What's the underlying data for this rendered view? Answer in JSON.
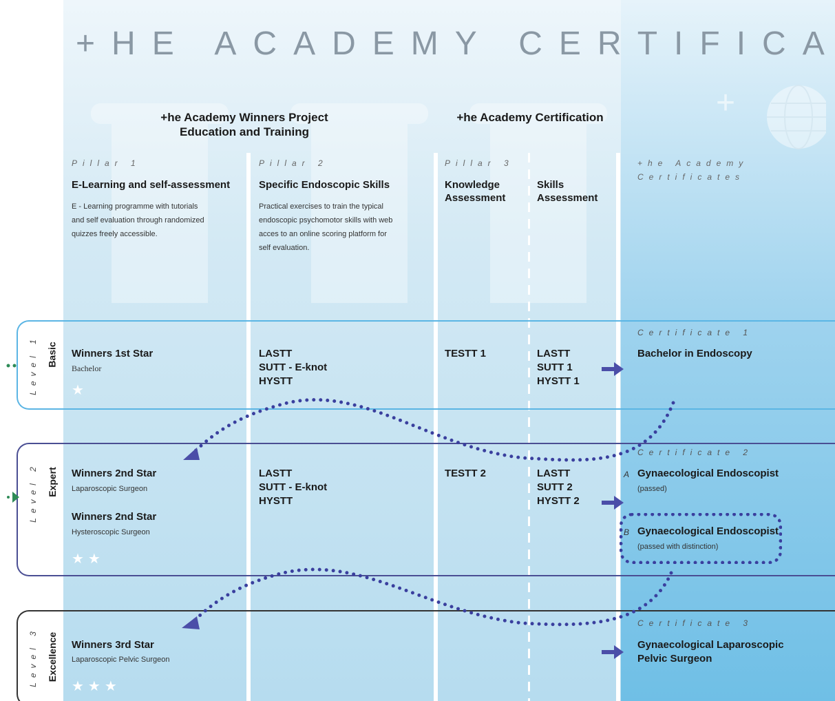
{
  "title": "+HE ACADEMY CERTIFICATE",
  "sections": {
    "winners_project": [
      "+he Academy Winners Project",
      "Education and Training"
    ],
    "certification": "+he Academy Certification"
  },
  "pillars": [
    {
      "tag": "Pillar 1",
      "heading": "E-Learning and self-assessment",
      "desc": [
        "E - Learning programme with tutorials",
        "and self evaluation through randomized",
        "quizzes freely accessible."
      ]
    },
    {
      "tag": "Pillar 2",
      "heading": "Specific Endoscopic Skills",
      "desc": [
        "Practical exercises to train the typical",
        "endoscopic psychomotor skills with web",
        "acces to an online scoring platform for",
        "self evaluation."
      ]
    },
    {
      "tag": "Pillar 3",
      "headings": [
        [
          "Knowledge",
          "Assessment"
        ],
        [
          "Skills",
          "Assessment"
        ]
      ]
    }
  ],
  "certificates_header": [
    "+he Academy",
    "Certificates"
  ],
  "levels": [
    {
      "level": "Level 1",
      "name": "Basic",
      "winners": [
        {
          "title": "Winners 1st Star",
          "sub": "Bachelor"
        }
      ],
      "stars": "★",
      "pillar2": [
        "LASTT",
        "SUTT - E-knot",
        "HYSTT"
      ],
      "knowledge": "TESTT 1",
      "skills": [
        "LASTT",
        "SUTT 1",
        "HYSTT 1"
      ],
      "cert_tag": "Certificate 1",
      "certs": [
        {
          "letter": "",
          "title": [
            "Bachelor in Endoscopy"
          ],
          "sub": ""
        }
      ]
    },
    {
      "level": "Level 2",
      "name": "Expert",
      "winners": [
        {
          "title": "Winners 2nd Star",
          "sub": "Laparoscopic Surgeon"
        },
        {
          "title": "Winners 2nd Star",
          "sub": "Hysteroscopic Surgeon"
        }
      ],
      "stars": "★★",
      "pillar2": [
        "LASTT",
        "SUTT - E-knot",
        "HYSTT"
      ],
      "knowledge": "TESTT 2",
      "skills": [
        "LASTT",
        "SUTT 2",
        "HYSTT 2"
      ],
      "cert_tag": "Certificate 2",
      "certs": [
        {
          "letter": "A",
          "title": [
            "Gynaecological Endoscopist"
          ],
          "sub": "(passed)"
        },
        {
          "letter": "B",
          "title": [
            "Gynaecological Endoscopist"
          ],
          "sub": "(passed with distinction)"
        }
      ]
    },
    {
      "level": "Level 3",
      "name": "Excellence",
      "winners": [
        {
          "title": "Winners 3rd Star",
          "sub": "Laparoscopic Pelvic Surgeon"
        }
      ],
      "stars": "★★★",
      "cert_tag": "Certificate 3",
      "certs": [
        {
          "letter": "",
          "title": [
            "Gynaecological Laparoscopic",
            "Pelvic Surgeon"
          ],
          "sub": ""
        }
      ]
    }
  ],
  "colors": {
    "level1_border": "#5bb5e4",
    "level2_border": "#4a4e93",
    "level3_border": "#333333",
    "arrow": "#4b4ea8",
    "dots": "#3a3f9e",
    "green": "#2e8b57"
  }
}
